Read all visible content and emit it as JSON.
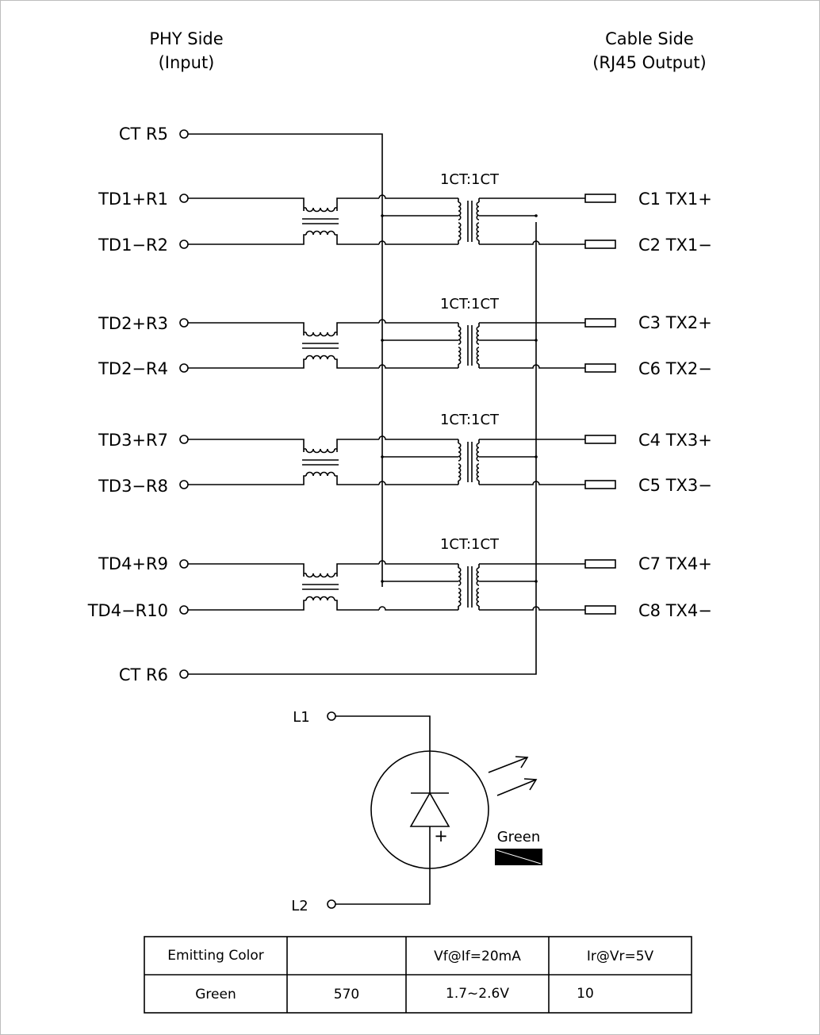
{
  "header": {
    "phy_title": "PHY Side",
    "phy_subtitle": "(Input)",
    "cable_title": "Cable Side",
    "cable_subtitle": "(RJ45 Output)"
  },
  "phy_pins": {
    "ct_top": "CT R5",
    "td1p": "TD1+R1",
    "td1n": "TD1−R2",
    "td2p": "TD2+R3",
    "td2n": "TD2−R4",
    "td3p": "TD3+R7",
    "td3n": "TD3−R8",
    "td4p": "TD4+R9",
    "td4n": "TD4−R10",
    "ct_bottom": "CT R6"
  },
  "transformers": [
    "1CT:1CT",
    "1CT:1CT",
    "1CT:1CT",
    "1CT:1CT"
  ],
  "cable_pins": {
    "c1": "C1  TX1+",
    "c2": "C2  TX1−",
    "c3": "C3  TX2+",
    "c6": "C6  TX2−",
    "c4": "C4  TX3+",
    "c5": "C5  TX3−",
    "c7": "C7  TX4+",
    "c8": "C8  TX4−"
  },
  "led": {
    "l1": "L1",
    "l2": "L2",
    "plus": "+",
    "color_label": "Green"
  },
  "table": {
    "headers": [
      "Emitting Color",
      "",
      "Vf@If=20mA",
      "Ir@Vr=5V"
    ],
    "row": [
      "Green",
      "570",
      "1.7~2.6V",
      "10"
    ]
  }
}
